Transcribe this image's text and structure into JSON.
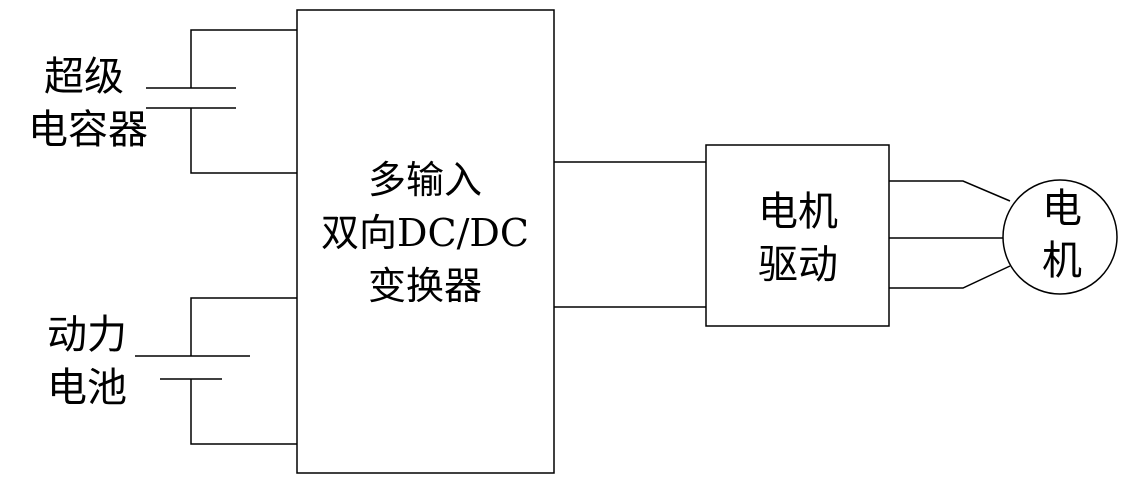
{
  "supercapacitor": {
    "line1": "超级",
    "line2": "电容器"
  },
  "battery": {
    "line1": "动力",
    "line2": "电池"
  },
  "converter": {
    "line1": "多输入",
    "line2": "双向DC/DC",
    "line3": "变换器"
  },
  "motor_drive": {
    "line1": "电机",
    "line2": "驱动"
  },
  "motor": {
    "line1": "电",
    "line2": "机"
  }
}
